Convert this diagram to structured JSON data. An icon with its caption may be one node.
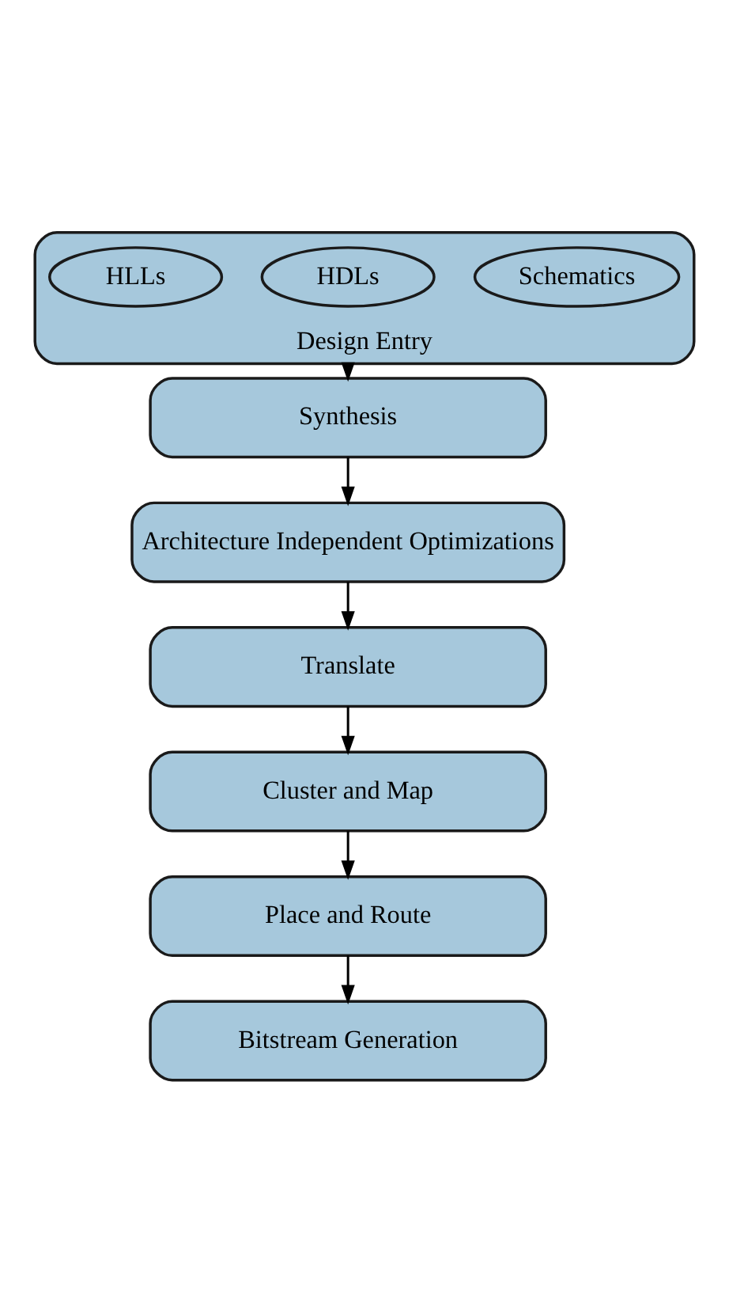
{
  "diagram": {
    "nodes": [
      {
        "text": [
          "Design Entry"
        ]
      },
      {
        "text": [
          "Schematics"
        ],
        "in": 0
      },
      {
        "text": [
          "HDLs"
        ],
        "in": 0
      },
      {
        "text": [
          "HLLs"
        ],
        "in": 0
      },
      {
        "text": [
          "Synthesis"
        ]
      },
      {
        "text": [
          "Architecture Independent Optimizations"
        ]
      },
      {
        "text": [
          "Translate"
        ]
      },
      {
        "text": [
          "Cluster and Map"
        ]
      },
      {
        "text": [
          "Place and Route"
        ]
      },
      {
        "text": [
          "Bitstream Generation"
        ]
      }
    ],
    "edges": [
      {
        "from": 0,
        "to": 4,
        "arrow": "to"
      },
      {
        "from": 4,
        "to": 5,
        "arrow": "to"
      },
      {
        "from": 5,
        "to": 6,
        "arrow": "to"
      },
      {
        "from": 6,
        "to": 7,
        "arrow": "to"
      },
      {
        "from": 7,
        "to": 8,
        "arrow": "to"
      },
      {
        "from": 8,
        "to": 9,
        "arrow": "to"
      }
    ]
  }
}
